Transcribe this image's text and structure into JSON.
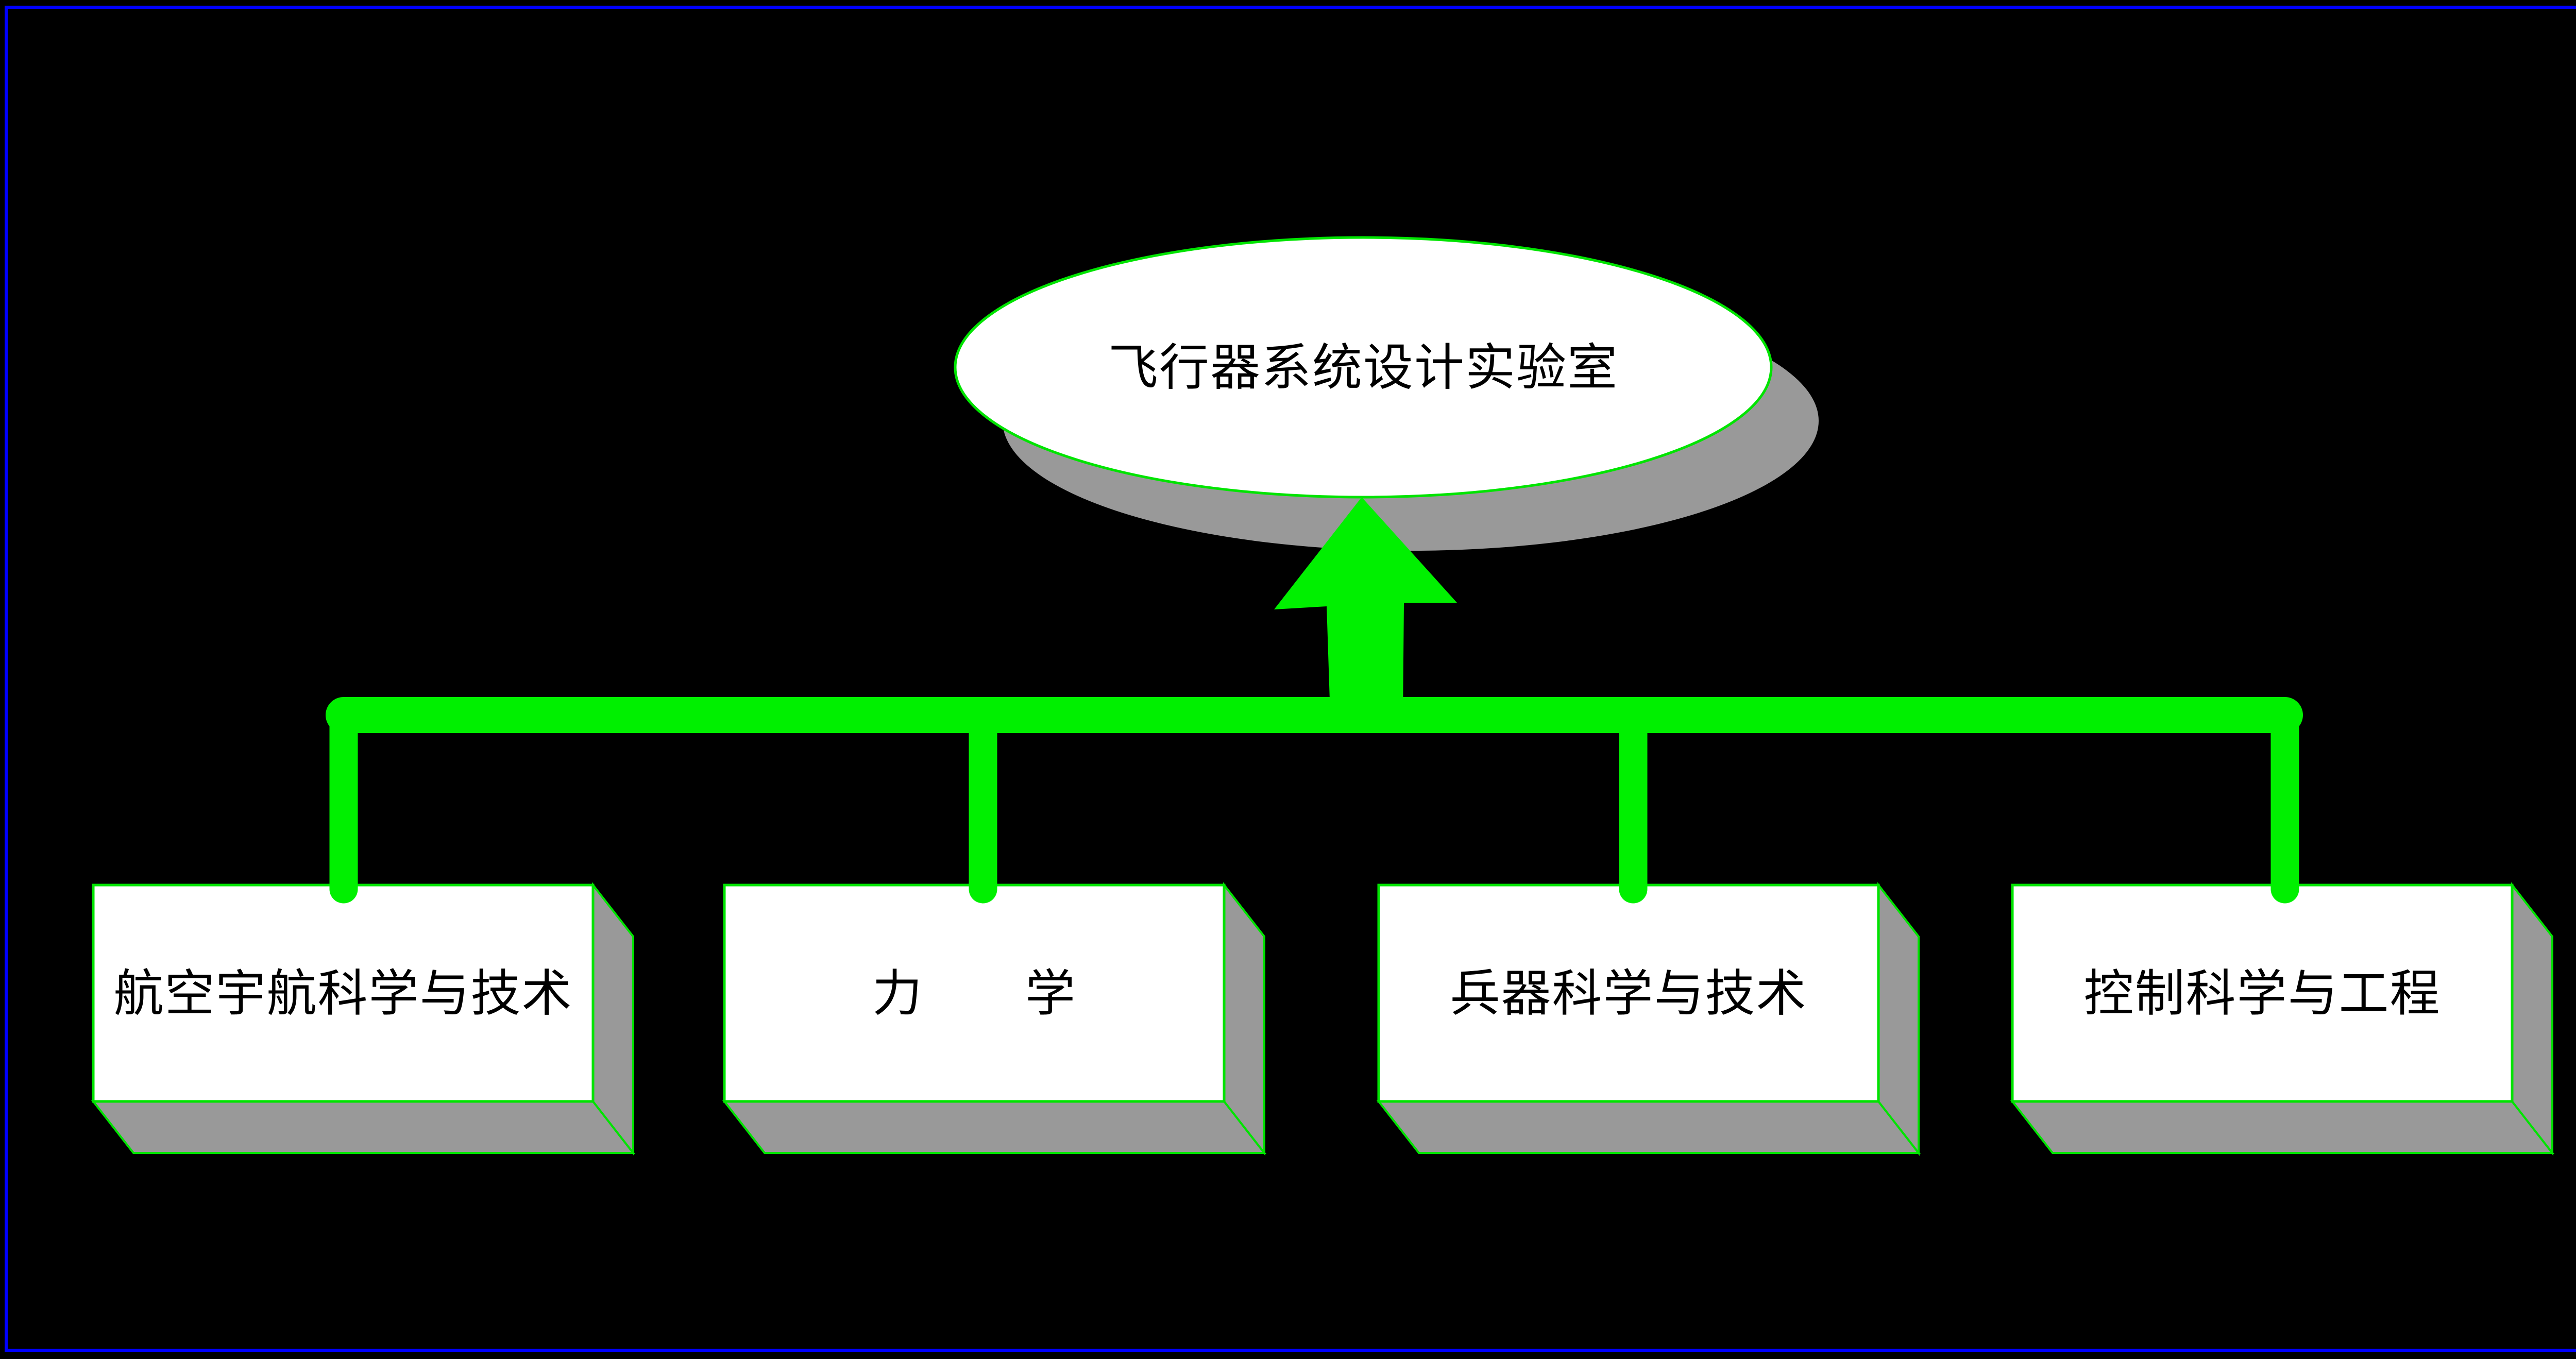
{
  "colors": {
    "background": "#000000",
    "frame_blue": "#0000FF",
    "green": "#00F000",
    "border_green": "#00E400",
    "side_gray": "#999999",
    "node_white": "#FFFFFF",
    "label_black": "#000000"
  },
  "diagram": {
    "type": "hierarchy",
    "arrow_direction": "up-from-children-to-root",
    "root": {
      "label": "飞行器系统设计实验室",
      "shape": "ellipse"
    },
    "children": [
      {
        "label": "航空宇航科学与技术",
        "shape": "box3d"
      },
      {
        "label": "力　　学",
        "shape": "box3d"
      },
      {
        "label": "兵器科学与技术",
        "shape": "box3d"
      },
      {
        "label": "控制科学与工程",
        "shape": "box3d"
      }
    ]
  }
}
